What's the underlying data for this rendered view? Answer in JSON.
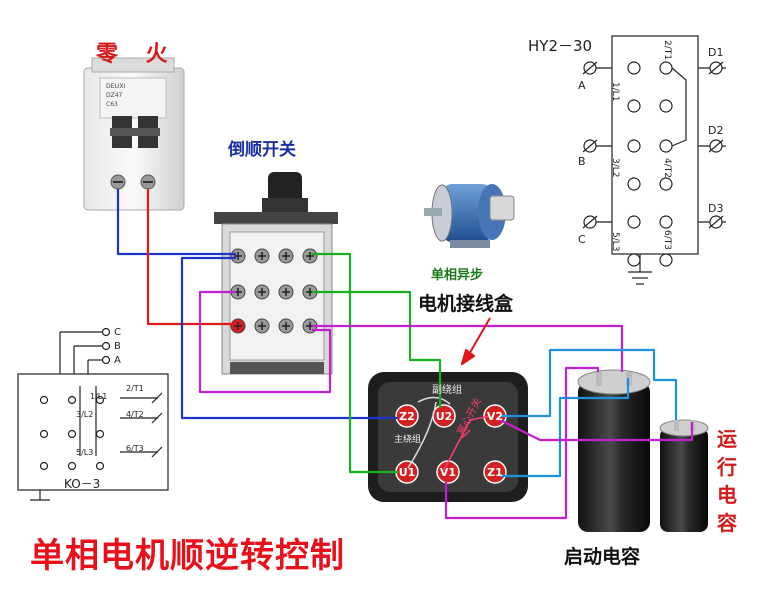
{
  "labels": {
    "title": "单相电机顺逆转控制",
    "zero_fire": "零 火",
    "reversing_switch": "倒顺开关",
    "single_phase": "单相异步",
    "junction_box": "电机接线盒",
    "start_capacitor": "启动电容",
    "run_capacitor": "运行电容",
    "hy_model": "HY2－30",
    "ko_model": "KO－3",
    "aux_winding": "副绕组",
    "main_winding": "主绕组",
    "centrifugal_switch": "离心开关"
  },
  "breaker": {
    "text1": "DELIXI",
    "text2": "DZ47",
    "text3": "C63"
  },
  "hy_terminals": {
    "left": [
      "A",
      "B",
      "C"
    ],
    "right": [
      "D1",
      "D2",
      "D3"
    ],
    "inner_left": [
      "1/L1",
      "3/L2",
      "5/L3"
    ],
    "inner_right": [
      "2/T1",
      "4/T2",
      "6/T3"
    ]
  },
  "ko_terminals": {
    "inputs": [
      "C",
      "B",
      "A"
    ],
    "inner": [
      "1/L1",
      "3/L2",
      "5/L3",
      "2/T1",
      "4/T2",
      "6/T3"
    ]
  },
  "motor_terminals": [
    "Z2",
    "U2",
    "V2",
    "U1",
    "V1",
    "Z1"
  ],
  "colors": {
    "blue_wire": "#2033c8",
    "red_wire": "#e01818",
    "green_wire": "#18b020",
    "magenta_wire": "#c020d0",
    "light_blue_wire": "#2090e0",
    "terminal_red": "#d42020"
  }
}
